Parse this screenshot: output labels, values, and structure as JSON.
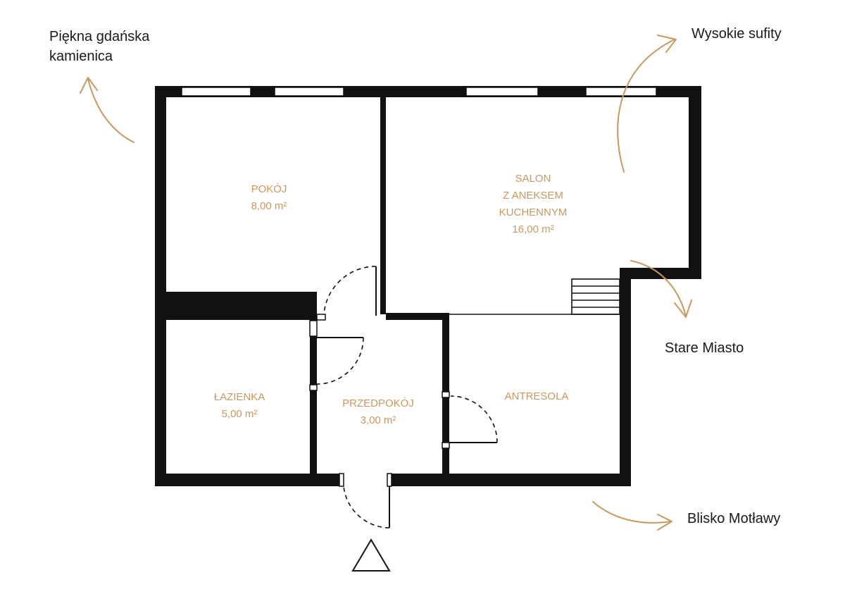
{
  "rooms": {
    "pokoj": {
      "name": "POKÓJ",
      "area": "8,00 m²"
    },
    "salon": {
      "line1": "SALON",
      "line2": "Z ANEKSEM",
      "line3": "KUCHENNYM",
      "area": "16,00 m²"
    },
    "lazienka": {
      "name": "ŁAZIENKA",
      "area": "5,00 m²"
    },
    "przedpokoj": {
      "name": "PRZEDPOKÓJ",
      "area": "3,00 m²"
    },
    "antresola": {
      "name": "ANTRESOLA"
    }
  },
  "notes": {
    "top_left_line1": "Piękna gdańska",
    "top_left_line2": "kamienica",
    "top_right": "Wysokie sufity",
    "right": "Stare Miasto",
    "bottom_right": "Blisko Motławy"
  },
  "icons": {
    "entrance": "entrance-triangle-icon"
  },
  "colors": {
    "walls": "#111111",
    "accent": "#c9985e",
    "text": "#1a1a1a"
  }
}
